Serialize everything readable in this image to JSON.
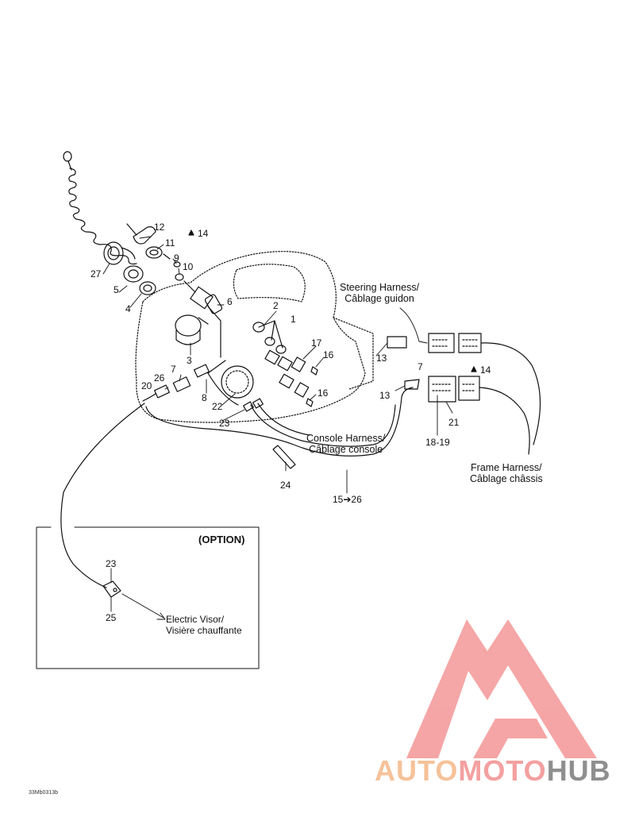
{
  "diagram": {
    "callouts": {
      "n1": "1",
      "n2": "2",
      "n3": "3",
      "n4": "4",
      "n5": "5",
      "n6": "6",
      "n7a": "7",
      "n7b": "7",
      "n8": "8",
      "n9": "9",
      "n10": "10",
      "n11": "11",
      "n12": "12",
      "n13a": "13",
      "n13b": "13",
      "n14a": "14",
      "n14b": "14",
      "n16a": "16",
      "n16b": "16",
      "n17": "17",
      "n20": "20",
      "n21": "21",
      "n22": "22",
      "n23a": "23",
      "n23b": "23",
      "n24": "24",
      "n25": "25",
      "n26": "26",
      "n27": "27",
      "n18_19": "18-19",
      "n15_26": "15➔26"
    },
    "harness": {
      "steering": [
        "Steering Harness/",
        "Câblage guidon"
      ],
      "console": [
        "Console Harness/",
        "Câblage console"
      ],
      "frame": [
        "Frame Harness/",
        "Câblage châssis"
      ]
    },
    "option": {
      "title": "(OPTION)",
      "visor": [
        "Electric Visor/",
        "Visière chauffante"
      ]
    },
    "drawing_code": "33Mb0313b"
  },
  "watermark": {
    "brand_parts": [
      "AUTO",
      "MOTO",
      "HUB"
    ],
    "colors": {
      "auto": "#f5c29a",
      "moto": "#f4a0a0",
      "hub": "#8f8f8f",
      "triangle": "#f49c9c"
    }
  }
}
